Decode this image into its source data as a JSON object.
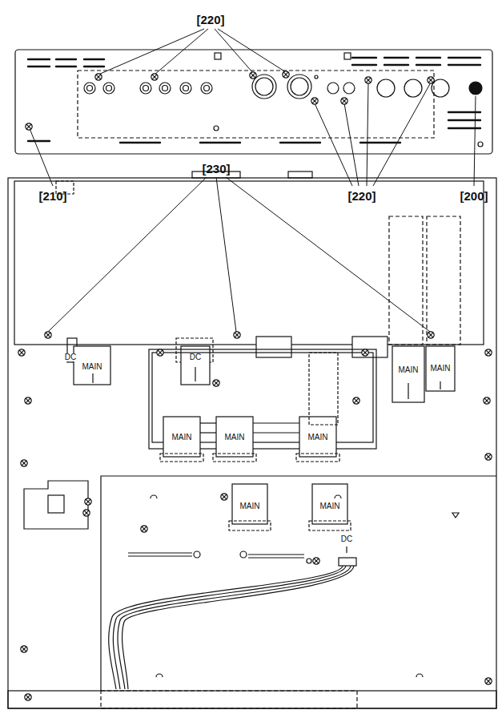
{
  "diagram": {
    "labels": [
      "[220]",
      "[210]",
      "[230]",
      "[220]",
      "[200]",
      "DC",
      "MAIN",
      "DC",
      "MAIN",
      "MAIN",
      "MAIN",
      "MAIN",
      "MAIN",
      "MAIN",
      "MAIN",
      "DC"
    ]
  }
}
